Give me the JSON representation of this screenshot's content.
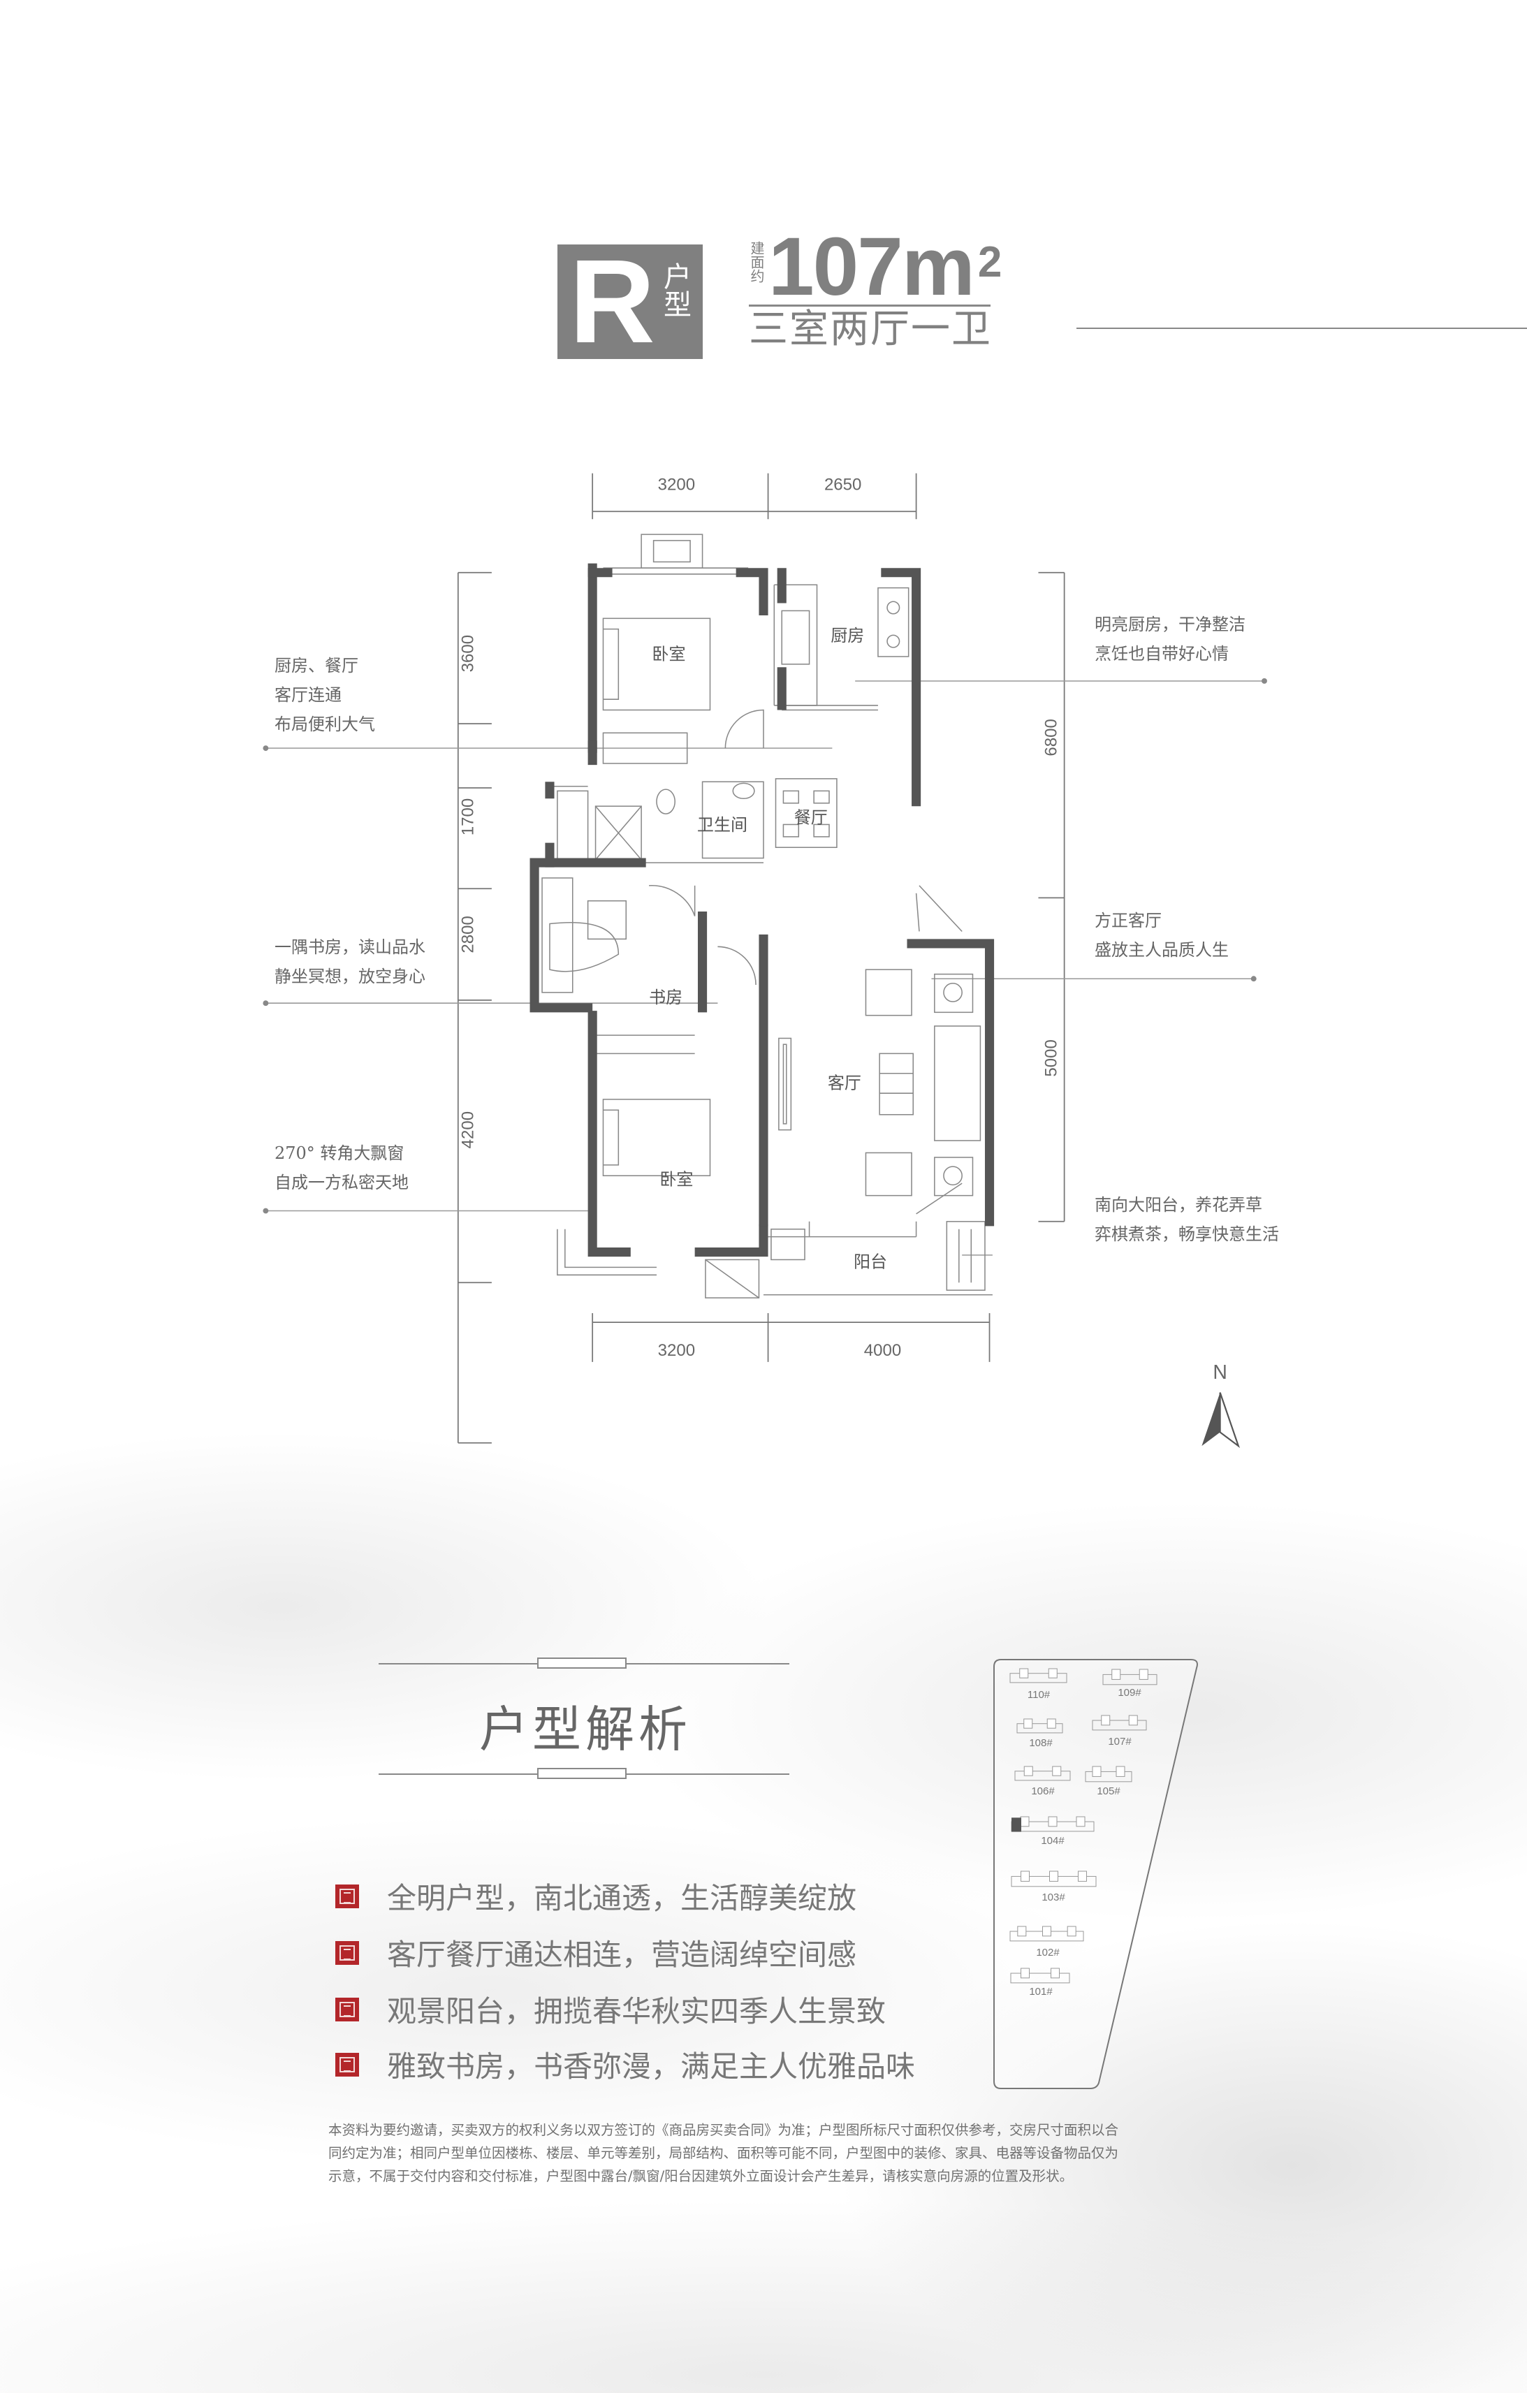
{
  "header": {
    "unit_letter": "R",
    "unit_type_label": "户型",
    "area_prefix": "建面约",
    "area_value": "107m",
    "area_unit_sup": "2",
    "layout": "三室两厅一卫"
  },
  "dimensions": {
    "top": [
      "3200",
      "2650"
    ],
    "bottom": [
      "3200",
      "4000"
    ],
    "left": [
      "3600",
      "1700",
      "2800",
      "4200"
    ],
    "right": [
      "6800",
      "5000"
    ]
  },
  "rooms": {
    "bedroom_north": "卧室",
    "kitchen": "厨房",
    "bathroom": "卫生间",
    "dining": "餐厅",
    "study": "书房",
    "living": "客厅",
    "bedroom_south": "卧室",
    "balcony": "阳台"
  },
  "callouts": {
    "left": [
      {
        "lines": [
          "厨房、餐厅",
          "客厅连通",
          "布局便利大气"
        ]
      },
      {
        "lines": [
          "一隅书房，读山品水",
          "静坐冥想，放空身心"
        ]
      },
      {
        "lines": [
          "270° 转角大飘窗",
          "自成一方私密天地"
        ]
      }
    ],
    "right": [
      {
        "lines": [
          "明亮厨房，干净整洁",
          "烹饪也自带好心情"
        ]
      },
      {
        "lines": [
          "方正客厅",
          "盛放主人品质人生"
        ]
      },
      {
        "lines": [
          "南向大阳台，养花弄草",
          "弈棋煮茶，畅享快意生活"
        ]
      }
    ]
  },
  "compass": {
    "north": "N"
  },
  "analysis": {
    "title": "户型解析",
    "points": [
      "全明户型，南北通透，生活醇美绽放",
      "客厅餐厅通达相连，营造阔绰空间感",
      "观景阳台，拥揽春华秋实四季人生景致",
      "雅致书房，书香弥漫，满足主人优雅品味"
    ],
    "seal_color": "#b3262a"
  },
  "site_plan": {
    "buildings": [
      "110#",
      "109#",
      "108#",
      "107#",
      "106#",
      "105#",
      "104#",
      "103#",
      "102#",
      "101#"
    ],
    "highlighted": "104#"
  },
  "disclaimer": [
    "本资料为要约邀请，买卖双方的权利义务以双方签订的《商品房买卖合同》为准；户型图所标尺寸面积仅供参考，交房尺寸面积以合",
    "同约定为准；相同户型单位因楼栋、楼层、单元等差别，局部结构、面积等可能不同，户型图中的装修、家具、电器等设备物品仅为",
    "示意，不属于交付内容和交付标准，户型图中露台/飘窗/阳台因建筑外立面设计会产生差异，请核实意向房源的位置及形状。"
  ]
}
